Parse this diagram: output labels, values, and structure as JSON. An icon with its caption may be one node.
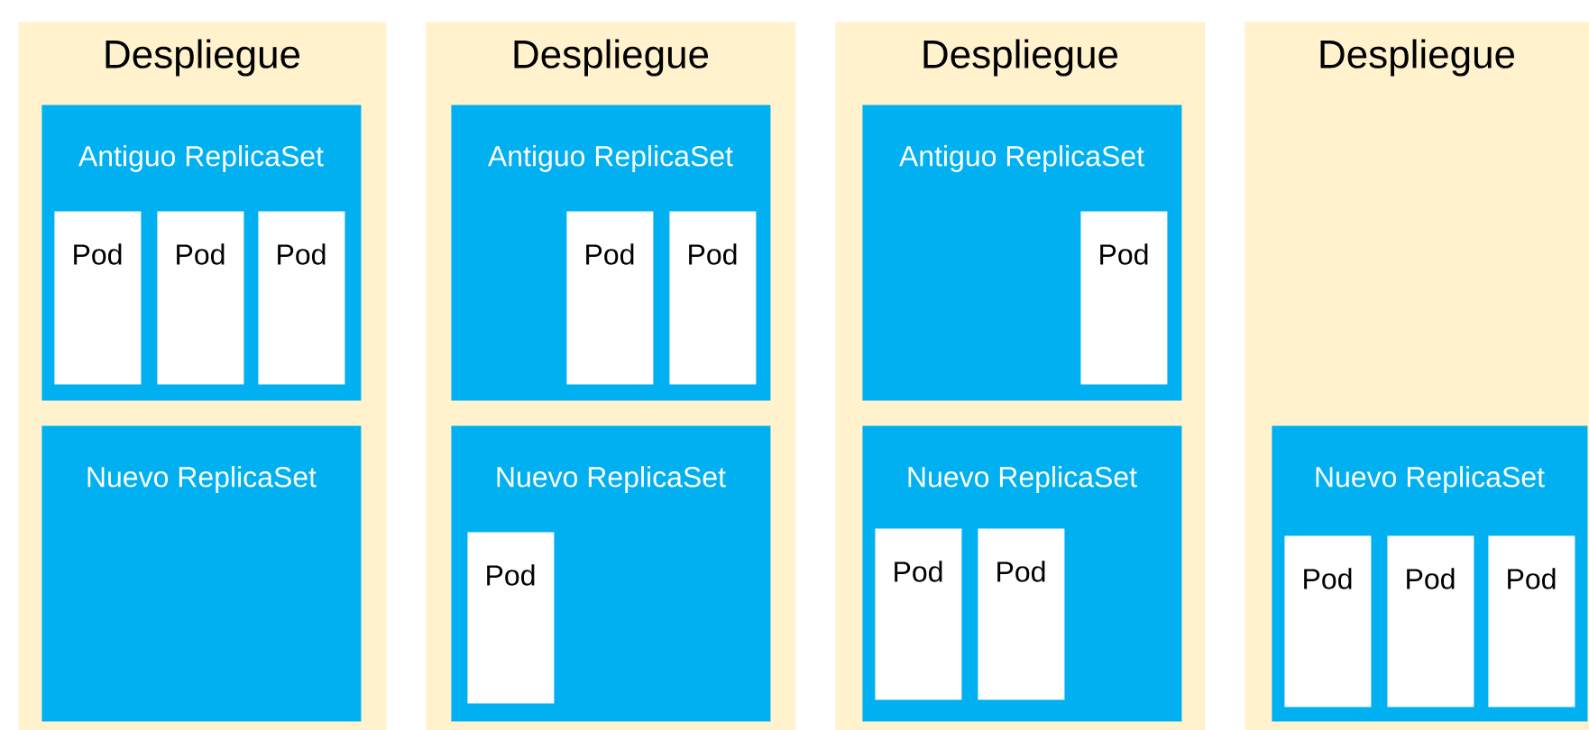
{
  "diagram": {
    "nodes": [
      {
        "text": [
          "Despliegue"
        ]
      },
      {
        "text": [
          "Antiguo ReplicaSet"
        ],
        "in": 0
      },
      {
        "text": [
          "Pod"
        ],
        "in": 1
      },
      {
        "text": [
          "Pod"
        ],
        "in": 1
      },
      {
        "text": [
          "Pod"
        ],
        "in": 1
      },
      {
        "text": [
          "Nuevo ReplicaSet"
        ],
        "in": 0
      },
      {
        "text": [
          "Despliegue"
        ]
      },
      {
        "text": [
          "Antiguo ReplicaSet"
        ],
        "in": 6
      },
      {
        "text": [
          "Pod"
        ],
        "in": 7
      },
      {
        "text": [
          "Pod"
        ],
        "in": 7
      },
      {
        "text": [
          "Nuevo ReplicaSet"
        ],
        "in": 6
      },
      {
        "text": [
          "Pod"
        ],
        "in": 10
      },
      {
        "text": [
          "Despliegue"
        ]
      },
      {
        "text": [
          "Antiguo ReplicaSet"
        ],
        "in": 12
      },
      {
        "text": [
          "Pod"
        ],
        "in": 13
      },
      {
        "text": [
          "Nuevo ReplicaSet"
        ],
        "in": 12
      },
      {
        "text": [
          "Pod"
        ],
        "in": 15
      },
      {
        "text": [
          "Pod"
        ],
        "in": 15
      },
      {
        "text": [
          "Despliegue"
        ]
      },
      {
        "text": [
          "Nuevo ReplicaSet"
        ],
        "in": 18
      },
      {
        "text": [
          "Pod"
        ],
        "in": 19
      },
      {
        "text": [
          "Pod"
        ],
        "in": 19
      },
      {
        "text": [
          "Pod"
        ],
        "in": 19
      }
    ]
  }
}
